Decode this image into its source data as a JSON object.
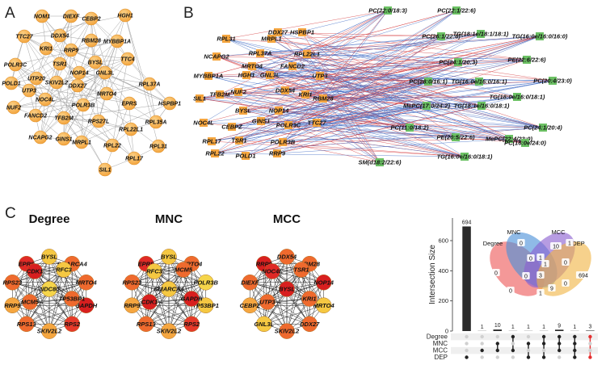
{
  "panels": {
    "A": {
      "letter": "A",
      "node_color": "#f5a640",
      "labels": [
        "NOM1",
        "DIEXF",
        "CEBP2",
        "HGH1",
        "TTC27",
        "DDX54",
        "RBM28",
        "MYBBP1A",
        "KRI1",
        "RRP9",
        "BYSL",
        "TTC4",
        "POLR3C",
        "TSR1",
        "NOP14",
        "GNL3L",
        "RPL37A",
        "UTP20",
        "SKIV2L2",
        "DDX27",
        "MRTO4",
        "POLD1",
        "UTP3",
        "HSPBP1",
        "NOC4L",
        "EPRS",
        "NUF2",
        "POLR3B",
        "FANCD2",
        "TFB2M",
        "RPS27L",
        "RPL35A",
        "RPL22L1",
        "NCAPG2",
        "GINS1",
        "MRPL1",
        "RPL22",
        "RPL31",
        "RPL17",
        "SIL1"
      ]
    },
    "B": {
      "letter": "B",
      "gene_color": "#f5a640",
      "lipid_color": "#6cc164",
      "edge_colors": [
        "#4a73c8",
        "#d8484a"
      ],
      "genes": [
        "DDX27",
        "HSPBP1",
        "RPL31",
        "MRPL1",
        "NCAPG2",
        "RPL37A",
        "RPL22L1",
        "MRTO4",
        "FANCD2",
        "MYBBP1A",
        "HGH1",
        "GNL3L",
        "UTP3",
        "SIL1",
        "TFB2M",
        "NUF2",
        "DDX54",
        "KRI1",
        "RBM28",
        "BYSL",
        "NOP14",
        "NOC4L",
        "CEBPZ",
        "GINS1",
        "POLR3C",
        "TTC27",
        "RPL17",
        "TSR1",
        "POLR3B",
        "RPL22",
        "POLD1",
        "RRP9"
      ],
      "lipids": [
        "PC(22:0/18:3)",
        "PC(22:1/22:6)",
        "PC(26:1/22:6)",
        "TG(18:1e/18:1/18:1)",
        "TG(16:0e/16:0/16:0)",
        "PC(24:1/20:3)",
        "PE(22:6/22:6)",
        "PC(28:0/16:1)",
        "TG(16:0e/16:0/16:1)",
        "PC(20:4/23:0)",
        "TG(18:0e/16:0/18:1)",
        "MePC(17:0/24:2)",
        "TG(18:1e/16:0/18:1)",
        "PC(11:0/18:2)",
        "PC(24:1/20:4)",
        "PE(20:5/22:6)",
        "MePC(22:4/23:0)",
        "PC(16:0e/24:0)",
        "SM(d18:2/22:6)",
        "TG(16:0e/16:0/18:1)"
      ]
    },
    "C": {
      "letter": "C",
      "networks": [
        {
          "title": "Degree",
          "hub": "NDC80",
          "nodes": [
            "BYSL",
            "SMARCA4",
            "MRTO4",
            "GAPDH",
            "RPS2",
            "SKIV2L2",
            "RPS13",
            "RRP9",
            "RPS23",
            "EPRS",
            "CDK1",
            "RFC3",
            "MCM5",
            "TP53BP1"
          ],
          "colors": [
            "#f5c842",
            "#ef6a2e",
            "#ef6a2e",
            "#d81f1f",
            "#e53a2a",
            "#f5a640",
            "#ef6a2e",
            "#f5a640",
            "#ef6a2e",
            "#e02a26",
            "#d81f1f",
            "#f5c842",
            "#ef6a2e",
            "#ef6a2e"
          ],
          "hub_color": "#f5d54a"
        },
        {
          "title": "MNC",
          "hub": "SMARCA4",
          "nodes": [
            "BYSL",
            "MRTO4",
            "POLR3B",
            "TP53BP1",
            "RPS2",
            "SKIV2L2",
            "RPS13",
            "RRP9",
            "RPS23",
            "EPRS",
            "RFC3",
            "MCM5",
            "CDK1",
            "GAPDH"
          ],
          "colors": [
            "#f5c842",
            "#ef6a2e",
            "#f5d54a",
            "#f5c842",
            "#e53a2a",
            "#f5a640",
            "#ef6a2e",
            "#f5a640",
            "#ef6a2e",
            "#e02a26",
            "#f5c842",
            "#ef6a2e",
            "#d81f1f",
            "#d81f1f"
          ],
          "hub_color": "#f5c842"
        },
        {
          "title": "MCC",
          "hub": "BYSL",
          "nodes": [
            "DDX54",
            "RBM28",
            "NOP14",
            "MRTO4",
            "DDX27",
            "SKIV2L2",
            "GNL3L",
            "CEBPZ",
            "DIEXF",
            "RRP9",
            "NOC4L",
            "TSR1",
            "UTP3",
            "KRI1"
          ],
          "colors": [
            "#ef6a2e",
            "#ef6a2e",
            "#d81f1f",
            "#f5c842",
            "#ef6a2e",
            "#ef6a2e",
            "#f5c842",
            "#f5a640",
            "#ef6a2e",
            "#d81f1f",
            "#e02a26",
            "#ef6a2e",
            "#ef6a2e",
            "#ef6a2e"
          ],
          "hub_color": "#d81f1f"
        }
      ]
    }
  },
  "chart_data": {
    "type": "bar",
    "ylabel": "Intersection Size",
    "ylim": [
      0,
      750
    ],
    "yticks": [
      0,
      200,
      400,
      600
    ],
    "values": [
      694,
      1,
      10,
      1,
      1,
      1,
      9,
      1,
      3
    ],
    "sets": [
      "Degree",
      "MNC",
      "MCC",
      "DEP"
    ],
    "memberships": [
      [
        3
      ],
      [
        2
      ],
      [
        1,
        2
      ],
      [
        0,
        2
      ],
      [
        1,
        3
      ],
      [
        0,
        1,
        3
      ],
      [
        0,
        1,
        2
      ],
      [
        0,
        1,
        2,
        3
      ],
      [
        0,
        3
      ]
    ],
    "highlight_color": "#e53030",
    "venn": {
      "labels": [
        "Degree",
        "MNC",
        "MCC",
        "DEP"
      ],
      "region_values": [
        "0",
        "0",
        "1",
        "10",
        "1",
        "0",
        "1",
        "3",
        "0",
        "694",
        "0",
        "0",
        "9",
        "1",
        "0"
      ],
      "colors": [
        "#ee5858",
        "#4b8fd8",
        "#8b5fd0",
        "#f0b445"
      ]
    }
  }
}
